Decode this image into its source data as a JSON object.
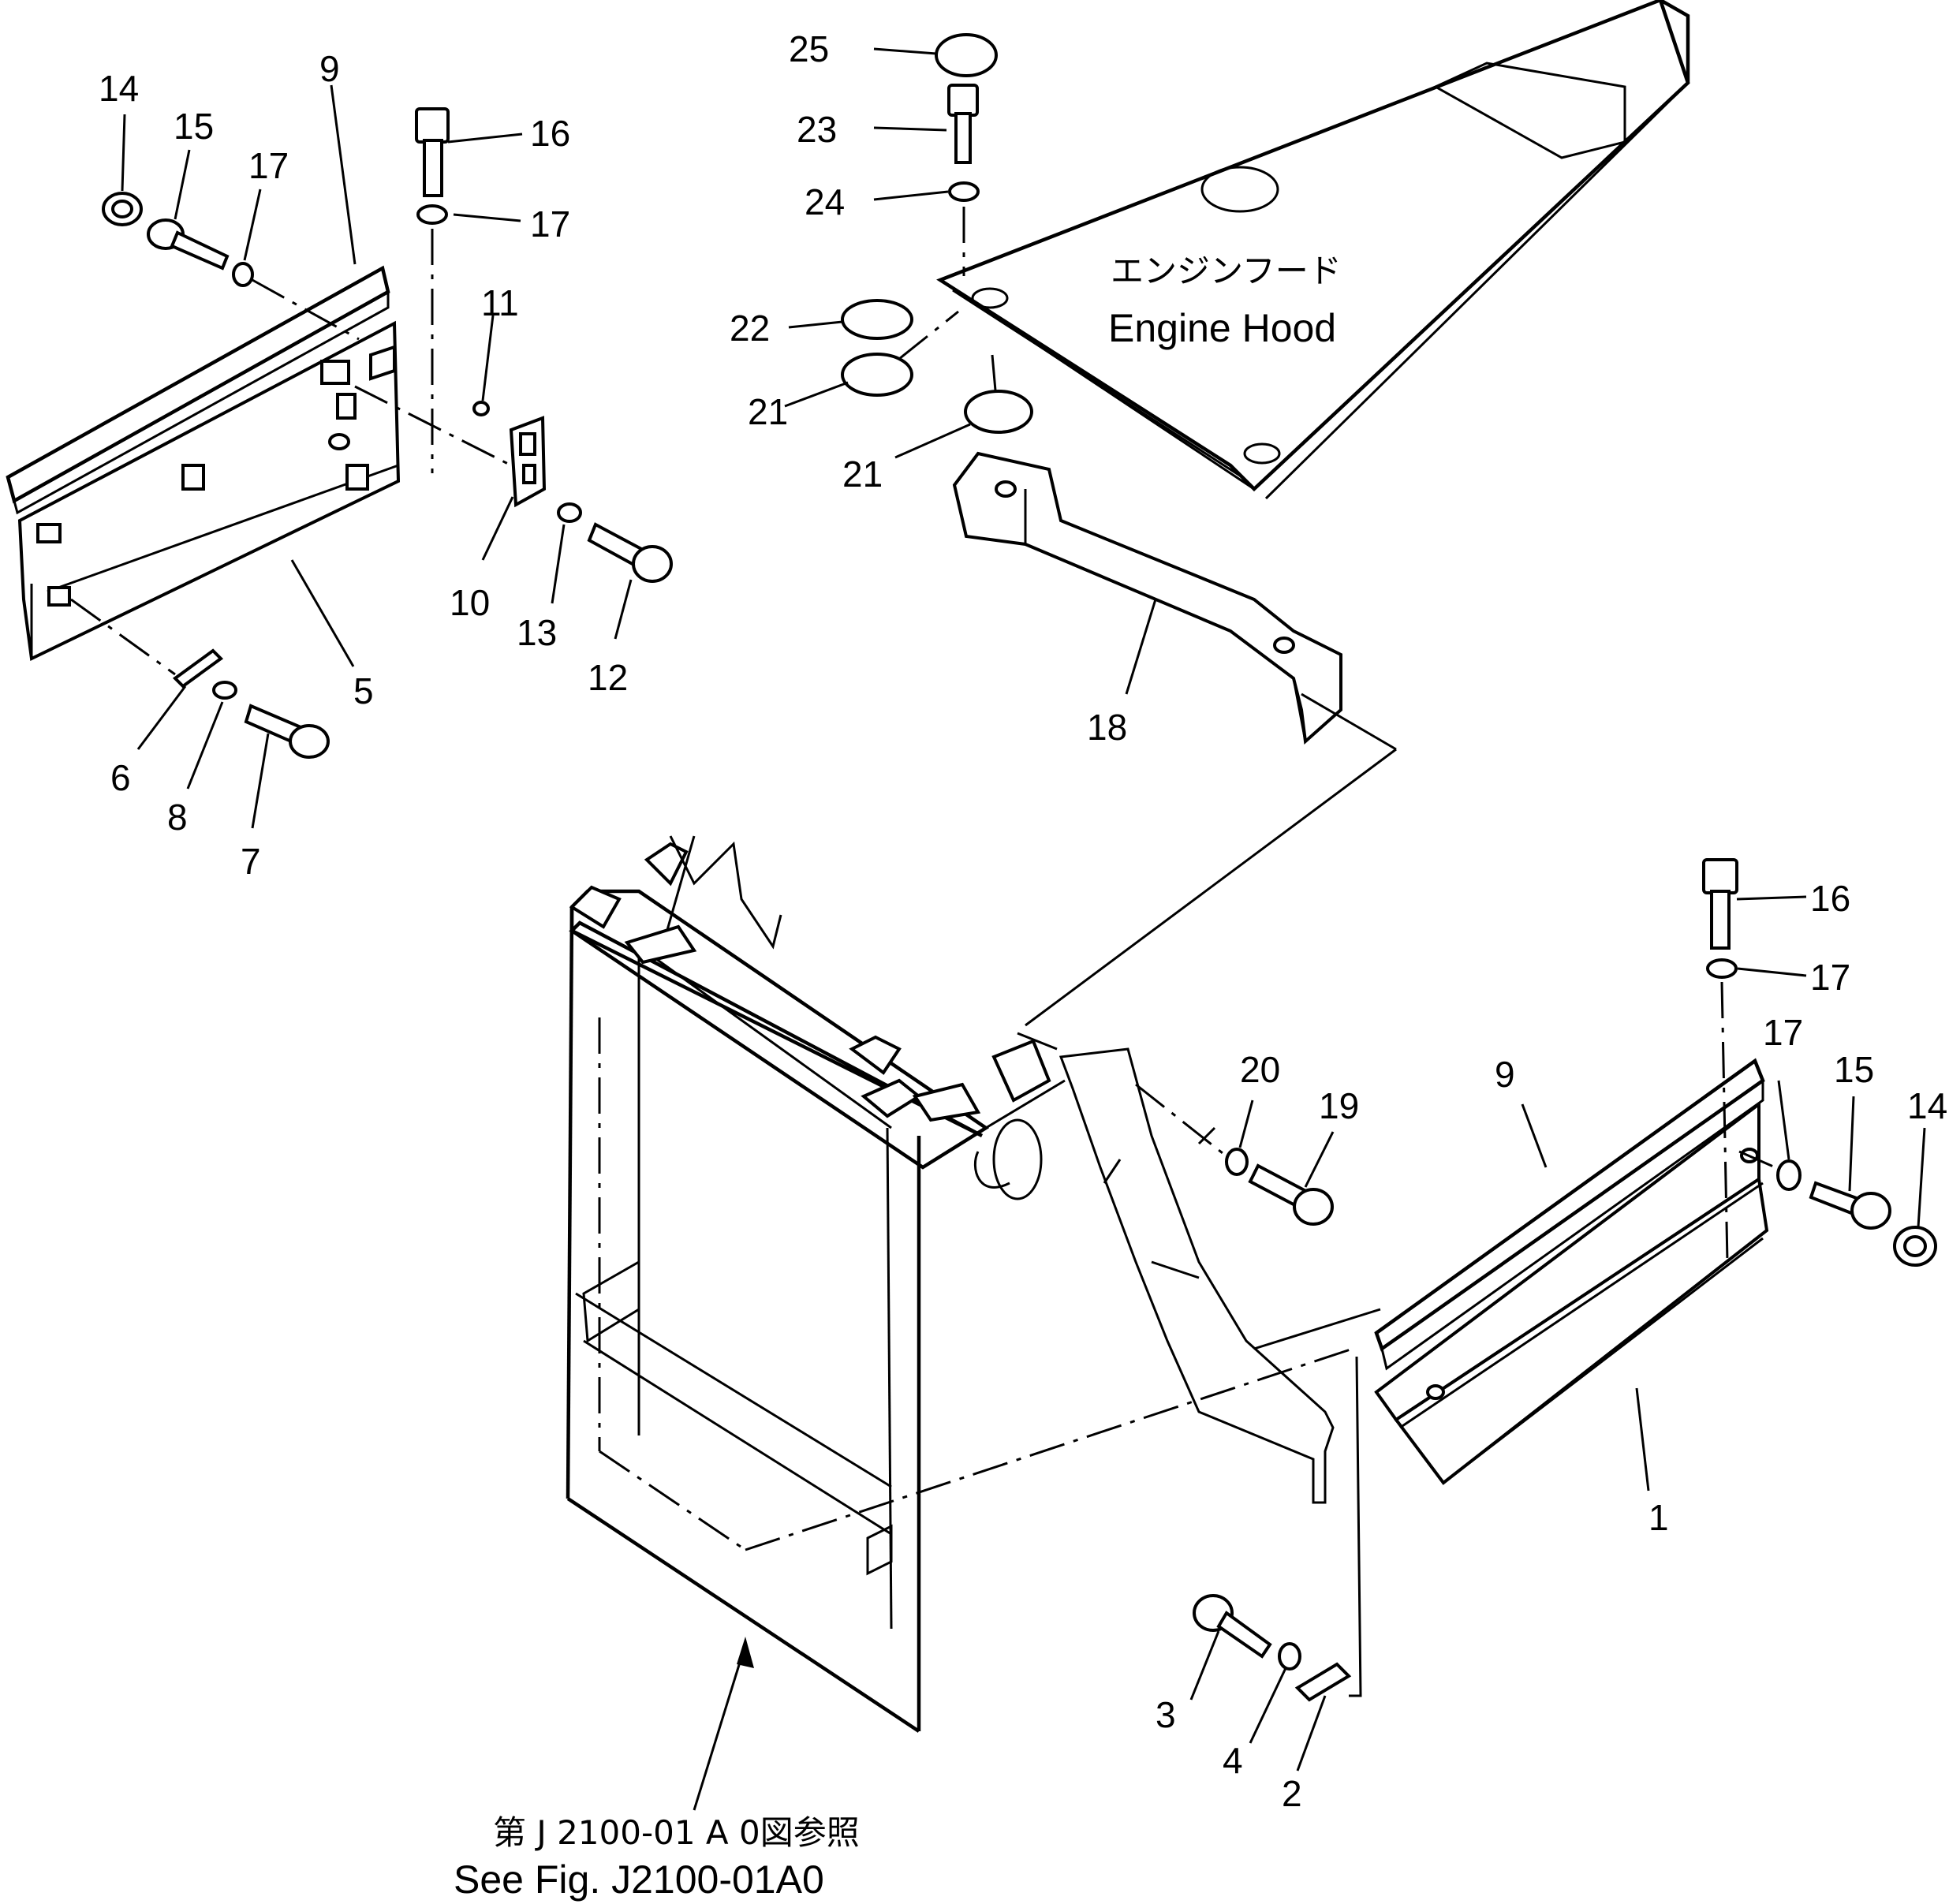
{
  "hood": {
    "label_jp": "エンジンフード",
    "label_en": "Engine Hood"
  },
  "reference": {
    "label_jp": "第 J 2100-01 A 0図参照",
    "label_en": "See Fig. J2100-01A0"
  },
  "callouts": [
    "1",
    "2",
    "3",
    "4",
    "5",
    "6",
    "7",
    "8",
    "9",
    "10",
    "11",
    "12",
    "13",
    "14",
    "15",
    "16",
    "17",
    "18",
    "19",
    "20",
    "21",
    "22",
    "23",
    "24",
    "25"
  ],
  "colors": {
    "ink": "#000000",
    "paper": "#ffffff"
  }
}
